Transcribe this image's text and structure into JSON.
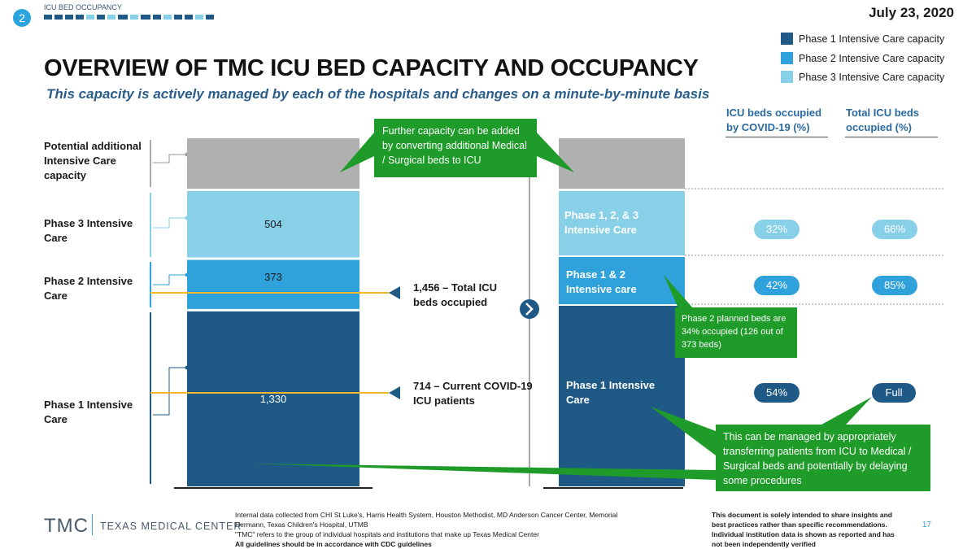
{
  "header": {
    "section_number": "2",
    "section_label": "ICU BED OCCUPANCY",
    "date": "July 23, 2020",
    "title": "OVERVIEW OF TMC ICU BED CAPACITY AND OCCUPANCY",
    "subtitle": "This capacity is actively managed by each of the hospitals and changes on a minute-by-minute basis"
  },
  "legend": [
    {
      "label": "Phase 1 Intensive Care capacity",
      "color": "#1f5a87"
    },
    {
      "label": "Phase 2 Intensive Care capacity",
      "color": "#2fa2db"
    },
    {
      "label": "Phase 3 Intensive Care capacity",
      "color": "#88cfe8"
    }
  ],
  "row_labels": {
    "potential": "Potential additional Intensive Care capacity",
    "phase3": "Phase 3 Intensive Care",
    "phase2": "Phase 2 Intensive Care",
    "phase1": "Phase 1 Intensive Care"
  },
  "left_bar": {
    "phase3_value": "504",
    "phase2_value": "373",
    "phase1_value": "1,330"
  },
  "right_bar": {
    "phase123_label": "Phase 1, 2, & 3 Intensive Care",
    "phase12_label": "Phase 1 & 2 Intensive care",
    "phase1_label": "Phase 1 Intensive Care"
  },
  "annotations": {
    "total_occupied": "1,456 – Total ICU beds occupied",
    "covid_patients": "714 – Current COVID-19 ICU patients"
  },
  "callouts": {
    "further_capacity": "Further capacity can be added by converting additional Medical / Surgical beds to ICU",
    "phase2_planned": "Phase 2 planned beds are 34% occupied (126 out of 373 beds)",
    "managed": "This can be managed by appropriately transferring patients from ICU to Medical / Surgical beds and potentially by delaying some procedures"
  },
  "table": {
    "covid_header": "ICU beds occupied by COVID-19 (%)",
    "total_header": "Total ICU beds occupied (%)",
    "rows": [
      {
        "covid": "32%",
        "total": "66%"
      },
      {
        "covid": "42%",
        "total": "85%"
      },
      {
        "covid": "54%",
        "total": "Full"
      }
    ]
  },
  "chart_data": {
    "type": "bar",
    "categories": [
      "Phase 1 Intensive Care",
      "Phase 2 Intensive Care",
      "Phase 3 Intensive Care"
    ],
    "values": [
      1330,
      373,
      504
    ],
    "annotations": [
      "1,456 – Total ICU beds occupied",
      "714 – Current COVID-19 ICU patients"
    ],
    "occupancy": {
      "covid_pct": [
        54,
        42,
        32
      ],
      "total_pct": [
        "Full",
        85,
        66
      ]
    }
  },
  "footer": {
    "logo_text": "TMC",
    "logo_name": "TEXAS MEDICAL CENTER",
    "source_1": "Internal data collected from CHI St Luke's, Harris Health System, Houston Methodist, MD Anderson Cancer Center, Memorial Hermann, Texas Children's Hospital, UTMB",
    "source_2": "\"TMC\" refers to the group of individual hospitals and institutions that make up Texas Medical Center",
    "source_3": "All guidelines should be in accordance with CDC guidelines",
    "disclaimer": "This document is solely intended to share insights and best practices rather than specific recommendations. Individual institution data is shown as reported and has not been independently verified",
    "page_number": "17"
  }
}
